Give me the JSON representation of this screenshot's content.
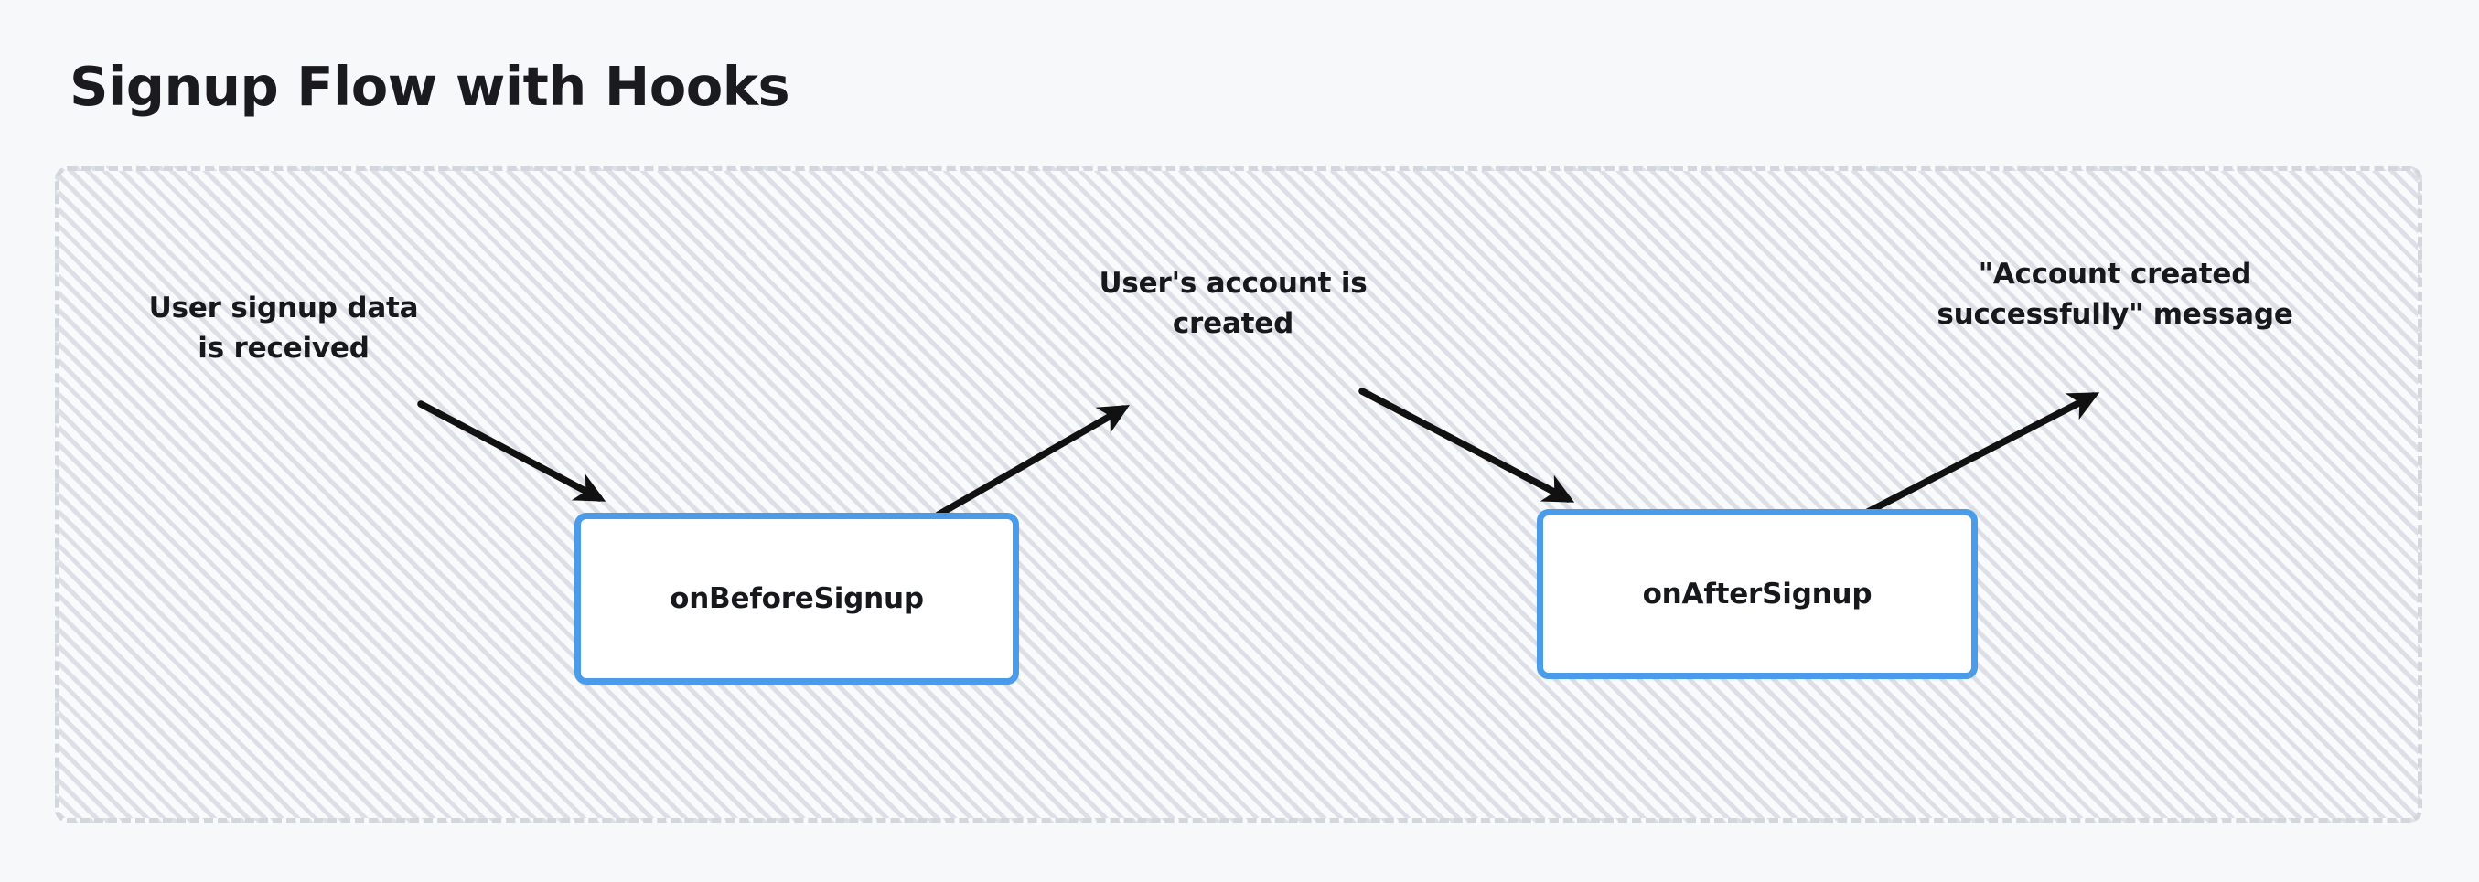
{
  "page": {
    "title": "Signup Flow with Hooks",
    "background_color": "#f7f8fa"
  },
  "diagram": {
    "container": {
      "name": "flow-container",
      "border_style": "dashed",
      "border_color": "#d2d6dd",
      "fill_pattern": "diagonal-hatch",
      "fill_color": "#f9fafb"
    },
    "nodes": [
      {
        "id": "on-before-signup",
        "label": "onBeforeSignup",
        "border_color": "#4a9ceb",
        "fill_color": "#ffffff",
        "shape": "rounded-rectangle"
      },
      {
        "id": "on-after-signup",
        "label": "onAfterSignup",
        "border_color": "#4a9ceb",
        "fill_color": "#ffffff",
        "shape": "rounded-rectangle"
      }
    ],
    "labels": [
      {
        "id": "signup-data",
        "text": "User signup data\nis received",
        "color": "#17181c"
      },
      {
        "id": "account-created",
        "text": "User's account is\ncreated",
        "color": "#17181c"
      },
      {
        "id": "success-message",
        "text": "\"Account created\nsuccessfully\" message",
        "color": "#17181c"
      }
    ],
    "arrows": [
      {
        "id": "input-to-on-before-signup",
        "from": "signup-data",
        "to": "on-before-signup",
        "color": "#111111"
      },
      {
        "id": "on-before-signup-to-account-created",
        "from": "on-before-signup",
        "to": "account-created",
        "color": "#111111"
      },
      {
        "id": "account-created-to-on-after-signup",
        "from": "account-created",
        "to": "on-after-signup",
        "color": "#111111"
      },
      {
        "id": "on-after-signup-to-success-message",
        "from": "on-after-signup",
        "to": "success-message",
        "color": "#111111"
      }
    ]
  }
}
